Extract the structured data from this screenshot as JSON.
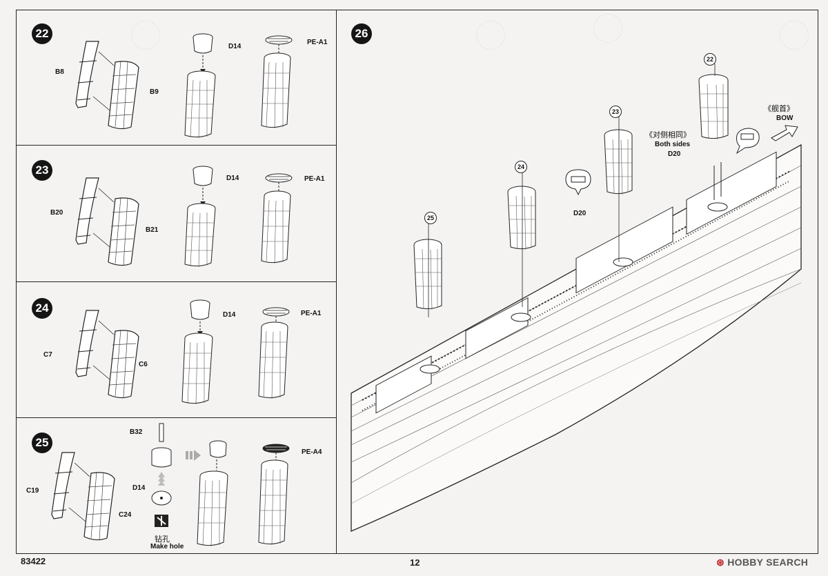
{
  "page": {
    "code": "83422",
    "number": "12"
  },
  "watermark": {
    "brand": "HOBBY SEARCH",
    "mark": "⊛"
  },
  "steps": [
    {
      "num": "22",
      "left_part": "B8",
      "right_part": "B9",
      "cap": "D14",
      "grille": "PE-A1"
    },
    {
      "num": "23",
      "left_part": "B20",
      "right_part": "B21",
      "cap": "D14",
      "grille": "PE-A1"
    },
    {
      "num": "24",
      "left_part": "C7",
      "right_part": "C6",
      "cap": "D14",
      "grille": "PE-A1"
    },
    {
      "num": "25",
      "left_part": "C19",
      "right_part": "C24",
      "cap": "D14",
      "grille": "PE-A4",
      "pin": "B32",
      "drill_cn": "钻孔",
      "drill_en": "Make hole"
    }
  ],
  "step26": {
    "num": "26",
    "funnels": [
      "22",
      "23",
      "24",
      "25"
    ],
    "part_d20": "D20",
    "both_sides_cn": "《对侧相同》",
    "both_sides_en": "Both sides",
    "bow_cn": "《舰首》",
    "bow_en": "BOW"
  },
  "colors": {
    "ink": "#1c1c1c",
    "paper": "#f4f3f1",
    "watermark_red": "#c0262c"
  }
}
